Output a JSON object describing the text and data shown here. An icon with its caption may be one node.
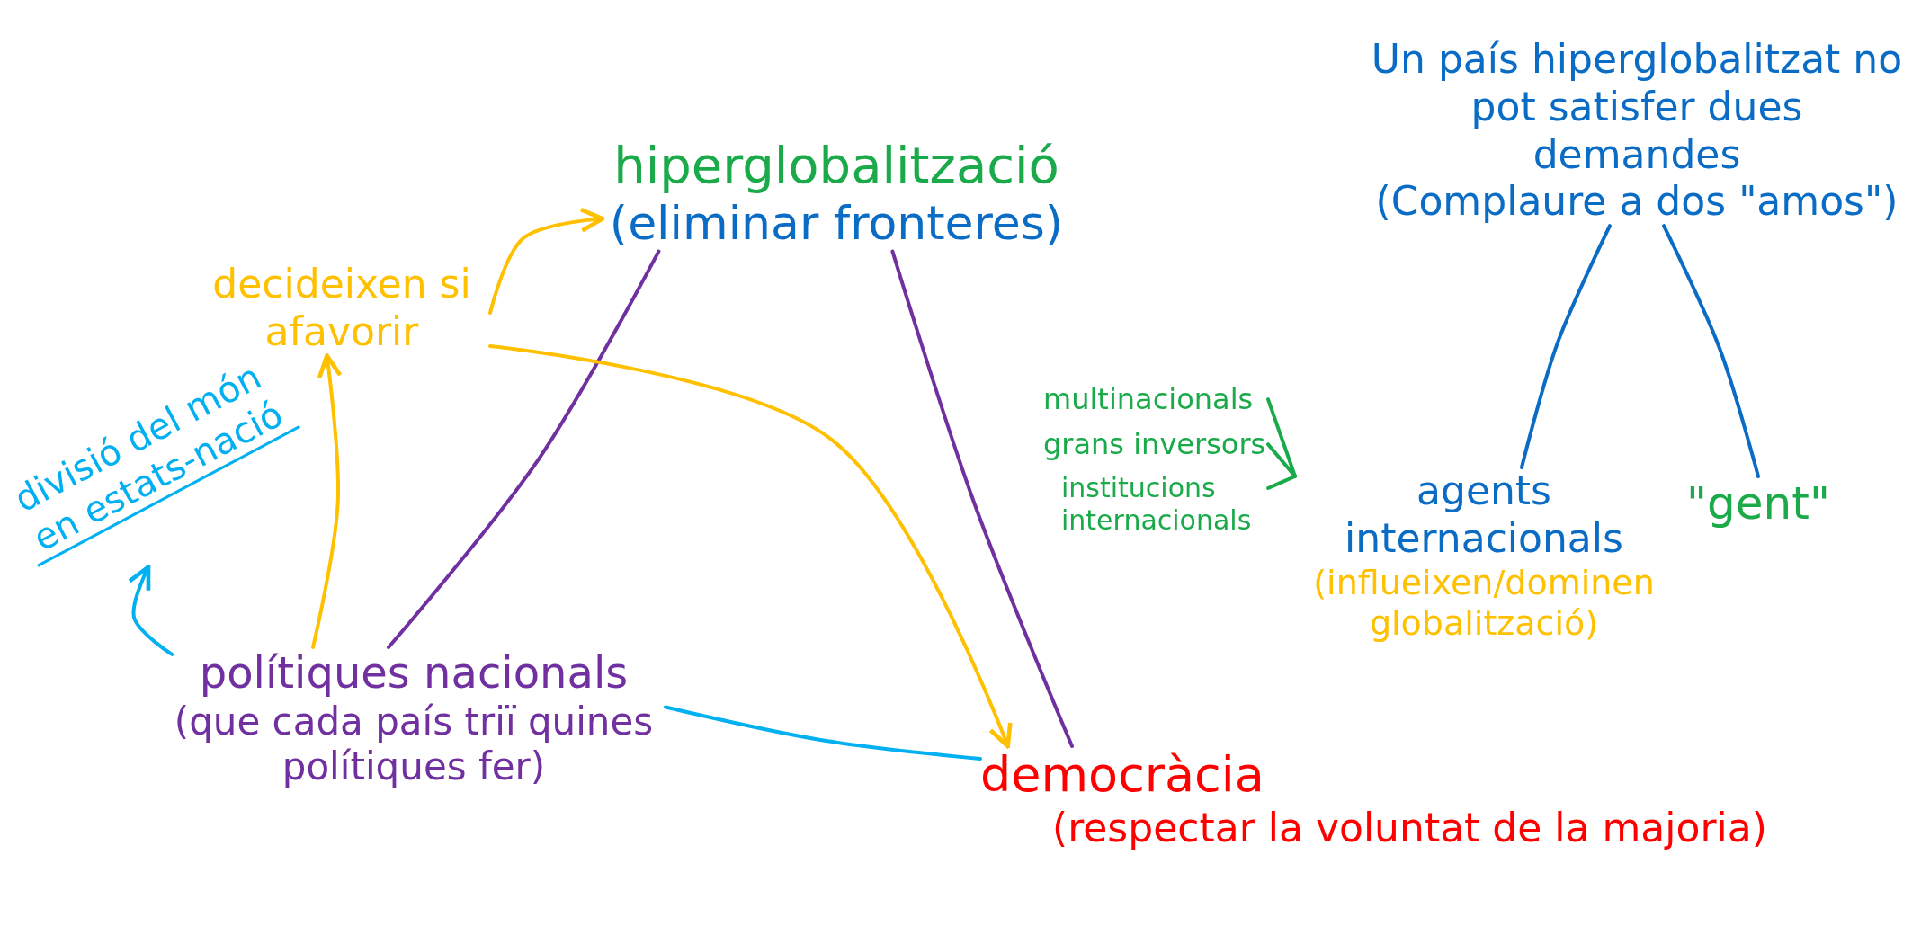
{
  "diagram": {
    "nodes": [
      {
        "text": [
          "hiperglobalització",
          "(eliminar fronteres)"
        ]
      },
      {
        "text": [
          "decideixen si afavorir"
        ]
      },
      {
        "text": [
          "divisió del món en estats-nació"
        ]
      },
      {
        "text": [
          "polítiques nacionals",
          "(que cada país triï quines polítiques fer)"
        ]
      },
      {
        "text": [
          "democràcia",
          "(respectar la voluntat de la majoria)"
        ]
      },
      {
        "text": [
          "Un país hiperglobalitzat no pot satisfer dues demandes",
          "(Complaure a dos \"amos\")"
        ]
      },
      {
        "text": [
          "multinacionals"
        ]
      },
      {
        "text": [
          "grans inversors"
        ]
      },
      {
        "text": [
          "institucions internacionals"
        ]
      },
      {
        "text": [
          "agents internacionals",
          "(influeixen/dominen globalització)"
        ]
      },
      {
        "text": [
          "\"gent\""
        ]
      }
    ],
    "edges": [
      {
        "from": 0,
        "to": 3,
        "arrow": "none",
        "color": "#7030a0"
      },
      {
        "from": 0,
        "to": 4,
        "arrow": "none",
        "color": "#7030a0"
      },
      {
        "from": 3,
        "to": 4,
        "arrow": "none",
        "color": "#00b0f0"
      },
      {
        "from": 3,
        "to": 1,
        "arrow": "to",
        "color": "#ffc000"
      },
      {
        "from": 1,
        "to": 0,
        "arrow": "to",
        "color": "#ffc000"
      },
      {
        "from": 1,
        "to": 4,
        "arrow": "to",
        "color": "#ffc000"
      },
      {
        "from": 3,
        "to": 2,
        "arrow": "to",
        "color": "#00b0f0"
      },
      {
        "from": 5,
        "to": 9,
        "arrow": "none",
        "color": "#0a6cc4"
      },
      {
        "from": 5,
        "to": 10,
        "arrow": "none",
        "color": "#0a6cc4"
      },
      {
        "from": 6,
        "to": 9,
        "arrow": "none",
        "color": "#1aaa4a"
      },
      {
        "from": 7,
        "to": 9,
        "arrow": "none",
        "color": "#1aaa4a"
      },
      {
        "from": 8,
        "to": 9,
        "arrow": "none",
        "color": "#1aaa4a"
      }
    ]
  }
}
